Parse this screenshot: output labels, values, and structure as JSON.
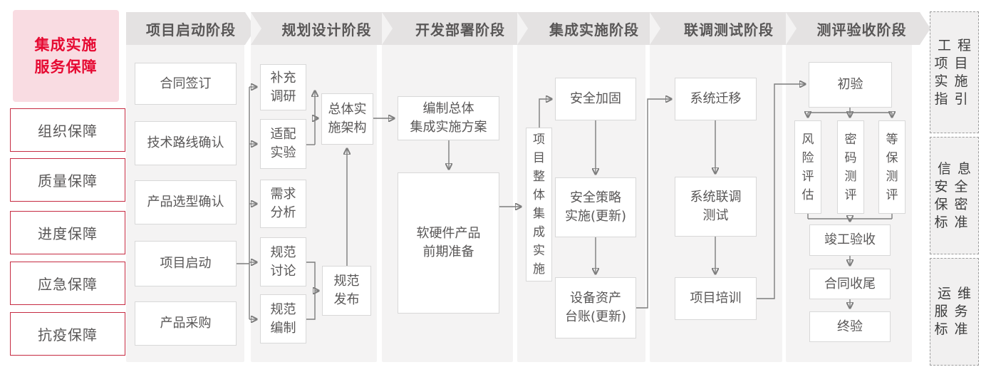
{
  "title": {
    "text": "集成实施 服务保障",
    "display": "集成实施\n服务保障"
  },
  "sidebar": {
    "items": [
      {
        "label": "组织保障"
      },
      {
        "label": "质量保障"
      },
      {
        "label": "进度保障"
      },
      {
        "label": "应急保障"
      },
      {
        "label": "抗疫保障"
      }
    ]
  },
  "stages": [
    {
      "label": "项目启动阶段",
      "nodes": [
        {
          "id": "contract-signing",
          "label": "合同签订"
        },
        {
          "id": "tech-route-confirm",
          "label": "技术路线确认"
        },
        {
          "id": "product-selection-confirm",
          "label": "产品选型确认"
        },
        {
          "id": "project-kickoff",
          "label": "项目启动"
        },
        {
          "id": "product-procurement",
          "label": "产品采购"
        }
      ]
    },
    {
      "label": "规划设计阶段",
      "nodes": [
        {
          "id": "supplementary-research",
          "label": "补充\n调研"
        },
        {
          "id": "adaptation-test",
          "label": "适配\n实验"
        },
        {
          "id": "requirement-analysis",
          "label": "需求\n分析"
        },
        {
          "id": "spec-discussion",
          "label": "规范\n讨论"
        },
        {
          "id": "spec-drafting",
          "label": "规范\n编制"
        },
        {
          "id": "overall-implementation-architecture",
          "label": "总体实\n施架构"
        },
        {
          "id": "spec-release",
          "label": "规范\n发布"
        }
      ]
    },
    {
      "label": "开发部署阶段",
      "nodes": [
        {
          "id": "overall-plan-drafting",
          "label": "编制总体\n集成实施方案"
        },
        {
          "id": "hw-sw-preparation",
          "label": "软硬件产品\n前期准备"
        }
      ]
    },
    {
      "label": "集成实施阶段",
      "nodes": [
        {
          "id": "overall-integration-implementation",
          "label": "项目整体集成实施"
        },
        {
          "id": "security-hardening",
          "label": "安全加固"
        },
        {
          "id": "security-policy-update",
          "label": "安全策略\n实施(更新)"
        },
        {
          "id": "asset-ledger-update",
          "label": "设备资产\n台账(更新)"
        }
      ]
    },
    {
      "label": "联调测试阶段",
      "nodes": [
        {
          "id": "system-migration",
          "label": "系统迁移"
        },
        {
          "id": "system-joint-debugging",
          "label": "系统联调\n测试"
        },
        {
          "id": "project-training",
          "label": "项目培训"
        }
      ]
    },
    {
      "label": "测评验收阶段",
      "nodes": [
        {
          "id": "preliminary-acceptance",
          "label": "初验"
        },
        {
          "id": "risk-assessment",
          "label": "风险评估"
        },
        {
          "id": "crypto-assessment",
          "label": "密码测评"
        },
        {
          "id": "mlps-assessment",
          "label": "等保测评"
        },
        {
          "id": "completion-acceptance",
          "label": "竣工验收"
        },
        {
          "id": "contract-closure",
          "label": "合同收尾"
        },
        {
          "id": "final-acceptance",
          "label": "终验"
        }
      ]
    }
  ],
  "right_panel": {
    "items": [
      {
        "label": "工程项目实施指引",
        "display": "工程\n项目\n实施\n指引"
      },
      {
        "label": "信息安全保密标准",
        "display": "信息\n安全\n保密\n标准"
      },
      {
        "label": "运维服务标准",
        "display": "运维\n服务\n标准"
      }
    ]
  },
  "colors": {
    "accent_red": "#e60a32",
    "pink_bg": "#f9dce2",
    "red_border": "#c62b42",
    "header_bg": "#e4e2e2",
    "strip_bg": "#f4f3f3",
    "box_border": "#d8d8d8",
    "text_gray": "#595757",
    "line_gray": "#7d7d7d",
    "ref_bg": "#f1f0f0"
  }
}
